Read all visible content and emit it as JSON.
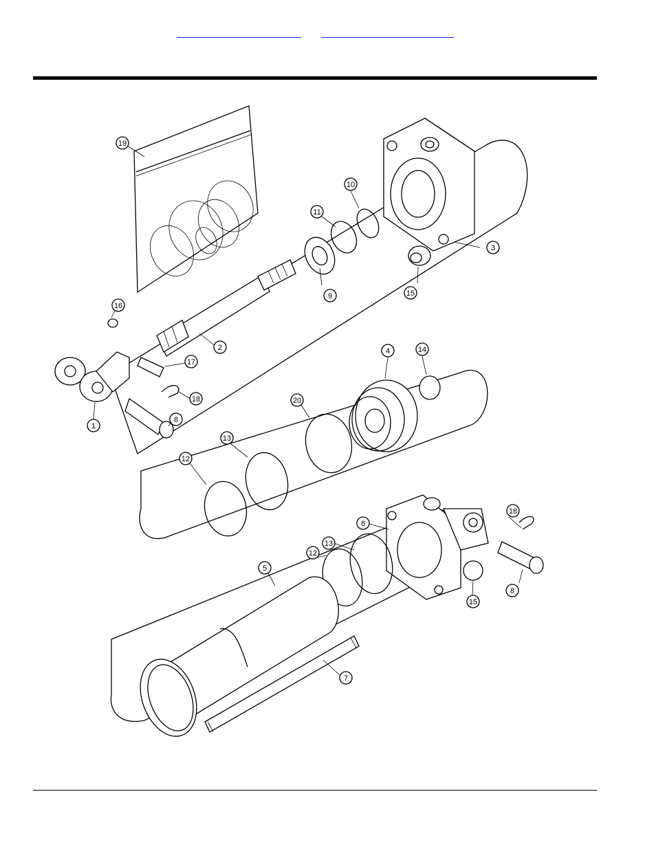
{
  "header": {
    "link_left": "",
    "link_right": ""
  },
  "callouts": [
    {
      "label": "19"
    },
    {
      "label": "10"
    },
    {
      "label": "11"
    },
    {
      "label": "3"
    },
    {
      "label": "9"
    },
    {
      "label": "15"
    },
    {
      "label": "16"
    },
    {
      "label": "2"
    },
    {
      "label": "17"
    },
    {
      "label": "18"
    },
    {
      "label": "8"
    },
    {
      "label": "1"
    },
    {
      "label": "4"
    },
    {
      "label": "14"
    },
    {
      "label": "20"
    },
    {
      "label": "13"
    },
    {
      "label": "12"
    },
    {
      "label": "18"
    },
    {
      "label": "6"
    },
    {
      "label": "12"
    },
    {
      "label": "13"
    },
    {
      "label": "5"
    },
    {
      "label": "8"
    },
    {
      "label": "15"
    },
    {
      "label": "7"
    }
  ]
}
